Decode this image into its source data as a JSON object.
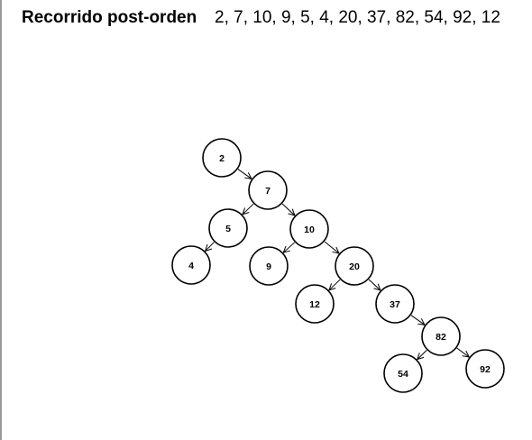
{
  "header": {
    "title": "Recorrido post-orden",
    "sequence": "2, 7, 10, 9, 5, 4, 20, 37, 82, 54, 92, 12"
  },
  "tree": {
    "nodes": [
      {
        "id": "n2",
        "label": "2"
      },
      {
        "id": "n7",
        "label": "7"
      },
      {
        "id": "n5",
        "label": "5"
      },
      {
        "id": "n10",
        "label": "10"
      },
      {
        "id": "n4",
        "label": "4"
      },
      {
        "id": "n9",
        "label": "9"
      },
      {
        "id": "n20",
        "label": "20"
      },
      {
        "id": "n12",
        "label": "12"
      },
      {
        "id": "n37",
        "label": "37"
      },
      {
        "id": "n82",
        "label": "82"
      },
      {
        "id": "n54",
        "label": "54"
      },
      {
        "id": "n92",
        "label": "92"
      }
    ],
    "edges": [
      {
        "from": "n2",
        "to": "n7"
      },
      {
        "from": "n7",
        "to": "n5"
      },
      {
        "from": "n7",
        "to": "n10"
      },
      {
        "from": "n5",
        "to": "n4"
      },
      {
        "from": "n10",
        "to": "n9"
      },
      {
        "from": "n10",
        "to": "n20"
      },
      {
        "from": "n20",
        "to": "n12"
      },
      {
        "from": "n20",
        "to": "n37"
      },
      {
        "from": "n37",
        "to": "n82"
      },
      {
        "from": "n82",
        "to": "n54"
      },
      {
        "from": "n82",
        "to": "n92"
      }
    ]
  }
}
